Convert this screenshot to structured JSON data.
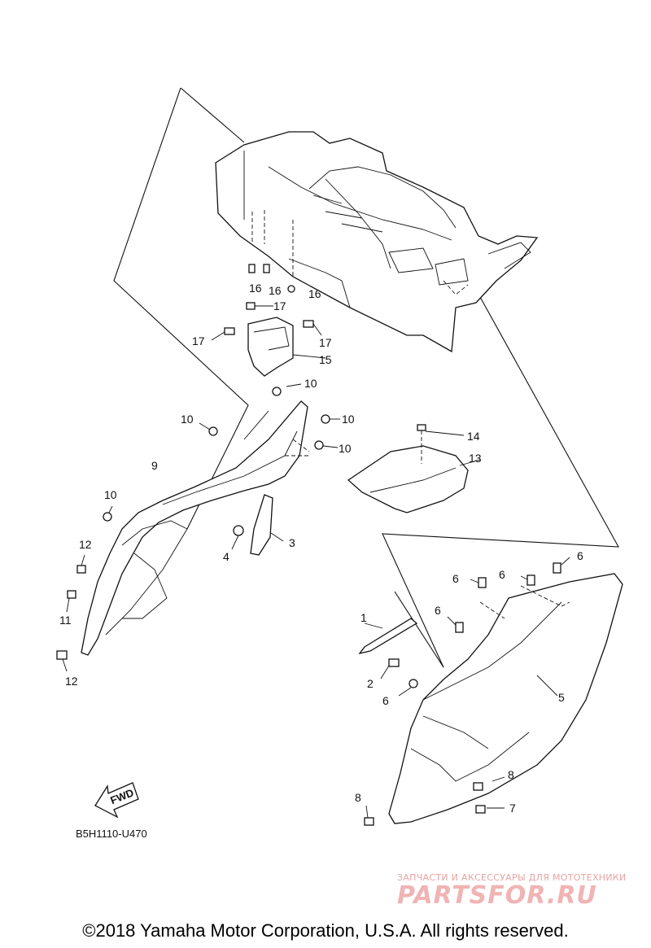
{
  "diagram": {
    "callouts": {
      "c1": "1",
      "c2": "2",
      "c3": "3",
      "c4": "4",
      "c5": "5",
      "c6": "6",
      "c7": "7",
      "c8": "8",
      "c9": "9",
      "c10": "10",
      "c11": "11",
      "c12": "12",
      "c13": "13",
      "c14": "14",
      "c15": "15",
      "c16": "16",
      "c17": "17"
    },
    "fwd_label": "FWD",
    "drawing_code": "B5H1110-U470"
  },
  "watermark": {
    "tagline": "ЗАПЧАСТИ И АКСЕССУАРЫ ДЛЯ МОТОТЕХНИКИ",
    "brand": "PARTSFOR.RU"
  },
  "footer": {
    "copyright": "©2018 Yamaha Motor Corporation, U.S.A. All rights reserved."
  }
}
